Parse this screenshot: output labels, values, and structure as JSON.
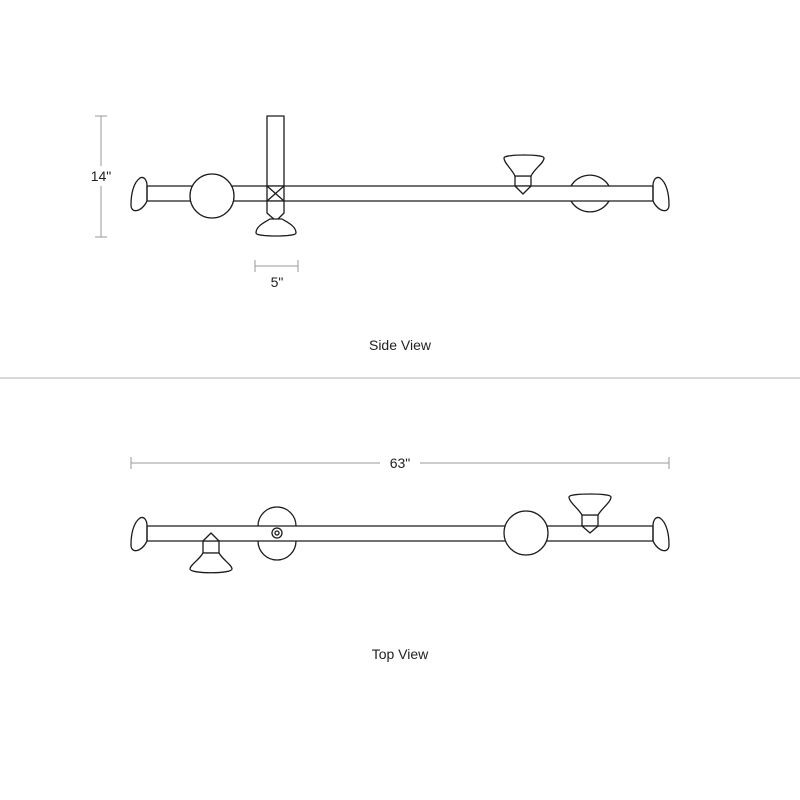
{
  "side_view": {
    "caption": "Side View",
    "height_dimension": "14\"",
    "width_dimension": "5\""
  },
  "top_view": {
    "caption": "Top View",
    "length_dimension": "63\""
  }
}
